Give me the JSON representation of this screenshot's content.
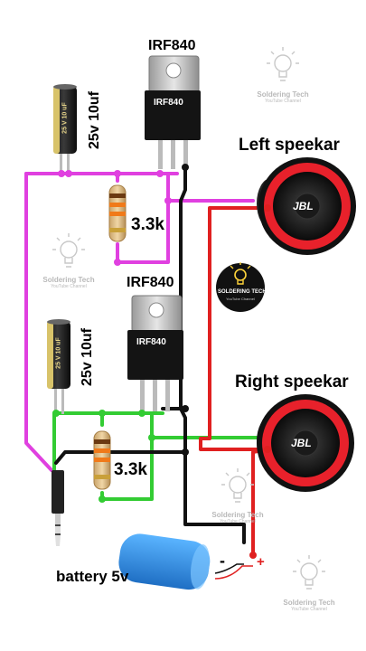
{
  "labels": {
    "mosfet_top": "IRF840",
    "mosfet_bottom": "IRF840",
    "mosfet_top_marking": "IRF840",
    "mosfet_bottom_marking": "IRF840",
    "cap_top": "25v 10uf",
    "cap_bottom": "25v 10uf",
    "cap_body_top": "25 V 10 uF",
    "cap_body_bottom": "25 V 10 uF",
    "res_top": "3.3k",
    "res_bottom": "3.3k",
    "speaker_left": "Left speekar",
    "speaker_right": "Right speekar",
    "speaker_brand": "JBL",
    "battery": "battery 5v",
    "battery_minus": "-",
    "battery_plus": "+"
  },
  "watermarks": {
    "name": "Soldering Tech",
    "sub": "YouTube Channel",
    "logo_name": "SOLDERING TECH",
    "logo_sub": "YouTube Channel"
  },
  "colors": {
    "wire_magenta": "#e040e0",
    "wire_green": "#33cc33",
    "wire_black": "#111111",
    "wire_red": "#e02020",
    "speaker_red": "#e8212b",
    "battery_blue": "#2a8fe6"
  }
}
